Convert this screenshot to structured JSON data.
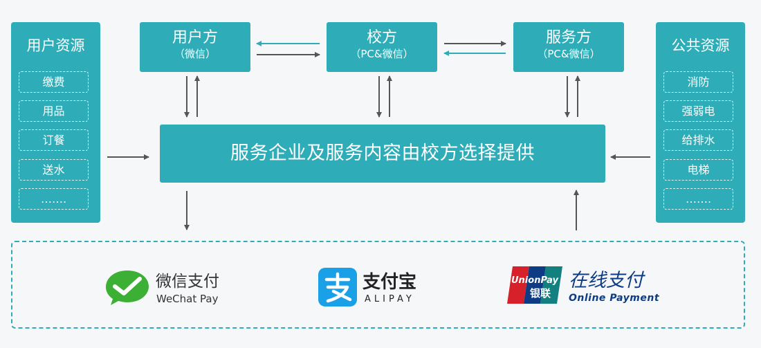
{
  "nodes": {
    "user_party": {
      "title": "用户方",
      "subtitle": "（微信）"
    },
    "school_party": {
      "title": "校方",
      "subtitle": "（PC&微信）"
    },
    "service_party": {
      "title": "服务方",
      "subtitle": "（PC&微信）"
    },
    "center": {
      "label": "服务企业及服务内容由校方选择提供"
    }
  },
  "user_resources": {
    "title": "用户资源",
    "items": [
      "缴费",
      "用品",
      "订餐",
      "送水",
      "……."
    ]
  },
  "public_resources": {
    "title": "公共资源",
    "items": [
      "消防",
      "强弱电",
      "给排水",
      "电梯",
      "……."
    ]
  },
  "payments": {
    "wechat": {
      "name": "微信支付",
      "en": "WeChat Pay"
    },
    "alipay": {
      "name": "支付宝",
      "en": "ALIPAY"
    },
    "unionpay": {
      "name": "在线支付",
      "en": "Online Payment",
      "logo_top": "UnionPay",
      "logo_bottom": "银联"
    }
  },
  "colors": {
    "teal": "#2eadb8",
    "arrow_gray": "#555555",
    "wechat_green": "#3cb035",
    "alipay_blue": "#1aa0e6",
    "union_red": "#d6202a",
    "union_blue": "#0d3c84",
    "union_teal": "#11807f"
  }
}
